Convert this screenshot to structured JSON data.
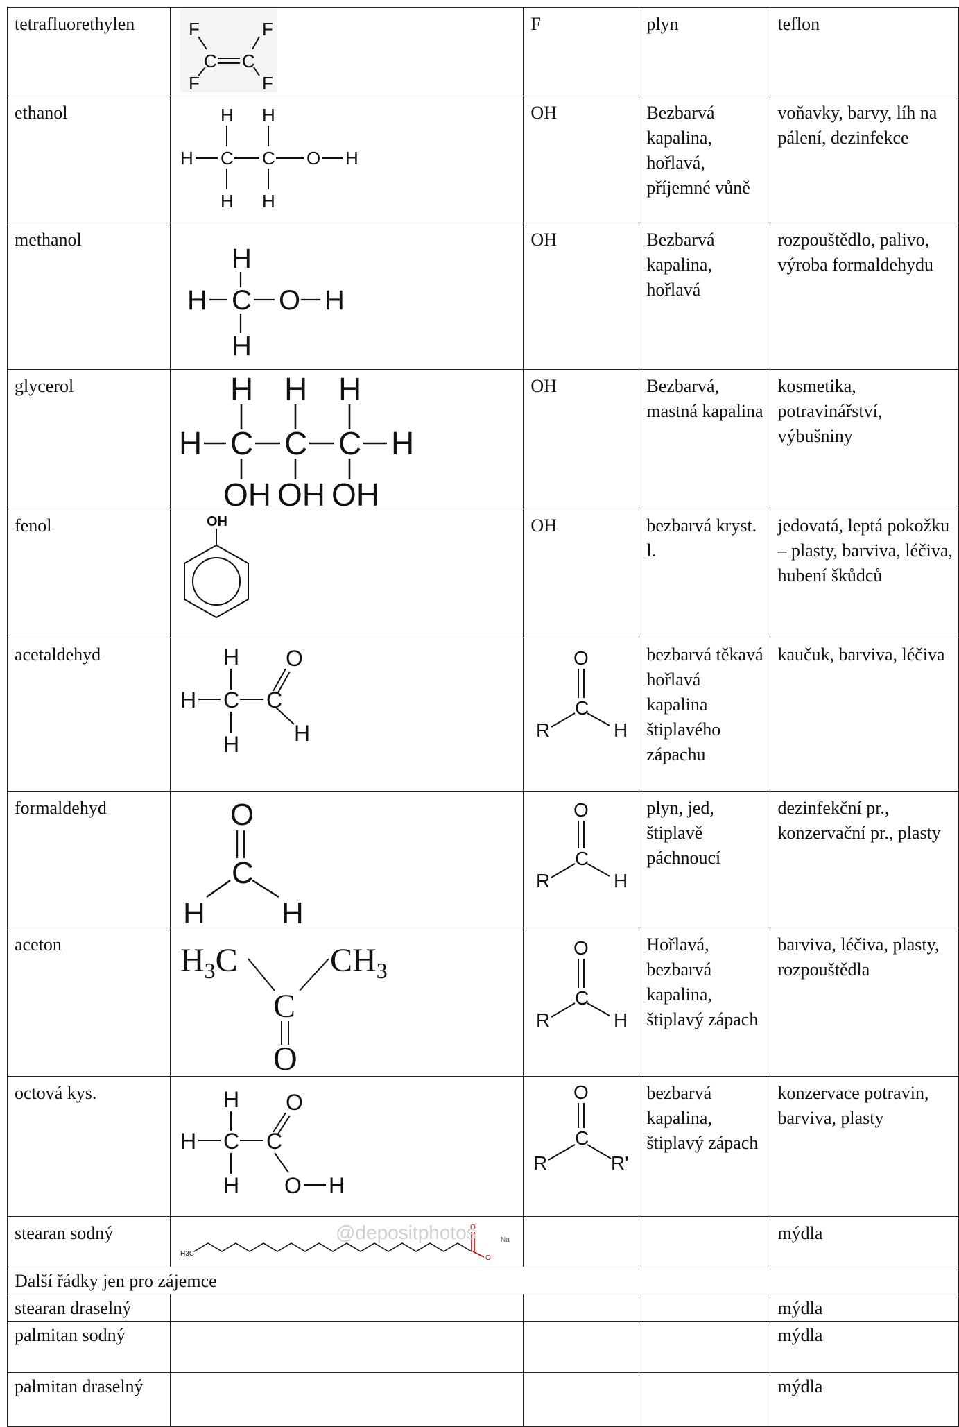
{
  "rows": [
    {
      "name": "tetrafluorethylen",
      "group": "F",
      "props": "plyn",
      "use": "teflon"
    },
    {
      "name": "ethanol",
      "group": "OH",
      "props": "Bezbarvá kapalina, hořlavá, příjemné vůně",
      "use": "voňavky, barvy, líh na pálení, dezinfekce"
    },
    {
      "name": "methanol",
      "group": "OH",
      "props": "Bezbarvá kapalina, hořlavá",
      "use": "rozpouštědlo, palivo, výroba formaldehydu"
    },
    {
      "name": "glycerol",
      "group": "OH",
      "props": "Bezbarvá, mastná kapalina",
      "use": "kosmetika, potravinářství, výbušniny"
    },
    {
      "name": "fenol",
      "group": "OH",
      "props": "bezbarvá kryst. l.",
      "use": "jedovatá, leptá pokožku – plasty, barviva, léčiva, hubení škůdců"
    },
    {
      "name": "acetaldehyd",
      "group": "",
      "props": "bezbarvá těkavá hořlavá kapalina štiplavého zápachu",
      "use": "kaučuk, barviva, léčiva"
    },
    {
      "name": "formaldehyd",
      "group": "",
      "props": "plyn, jed, štiplavě páchnoucí",
      "use": "dezinfekční pr., konzervační pr., plasty"
    },
    {
      "name": "aceton",
      "group": "",
      "props": "Hořlavá, bezbarvá kapalina, štiplavý zápach",
      "use": "barviva, léčiva, plasty, rozpouštědla"
    },
    {
      "name": "octová kys.",
      "group": "",
      "props": "bezbarvá kapalina, štiplavý zápach",
      "use": "konzervace potravin, barviva, plasty"
    },
    {
      "name": "stearan sodný",
      "group": "",
      "props": "",
      "use": "mýdla"
    }
  ],
  "note": "Další řádky jen pro zájemce",
  "extra_rows": [
    {
      "name": "stearan draselný",
      "use": "mýdla"
    },
    {
      "name": "palmitan sodný",
      "use": "mýdla"
    },
    {
      "name": "palmitan draselný",
      "use": "mýdla"
    }
  ],
  "watermark": "@depositphotos",
  "icons": {
    "ethanol": "ethanol-structure-icon",
    "methanol": "methanol-structure-icon",
    "glycerol": "glycerol-structure-icon",
    "fenol": "phenol-structure-icon",
    "aldehyde": "aldehyde-group-icon",
    "ketone": "ketone-group-icon"
  }
}
